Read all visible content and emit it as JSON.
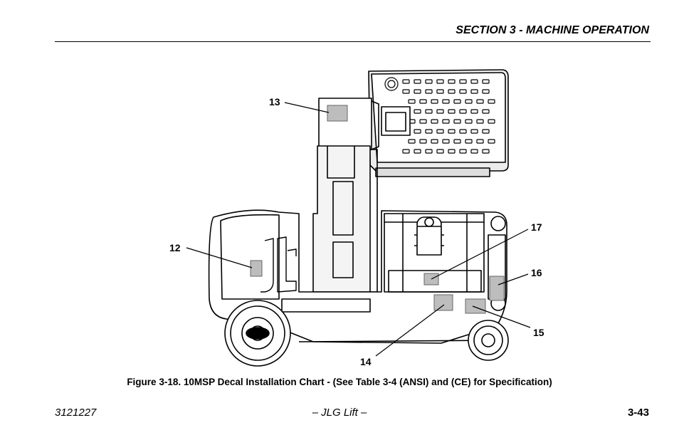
{
  "header": {
    "section_title": "SECTION 3 - MACHINE OPERATION"
  },
  "figure": {
    "callouts": {
      "c12": "12",
      "c13": "13",
      "c14": "14",
      "c15": "15",
      "c16": "16",
      "c17": "17"
    },
    "caption": "Figure 3-18. 10MSP Decal Installation Chart - (See Table 3-4 (ANSI) and (CE) for Specification)"
  },
  "footer": {
    "doc_number": "3121227",
    "publication": "– JLG Lift –",
    "page_number": "3-43"
  }
}
